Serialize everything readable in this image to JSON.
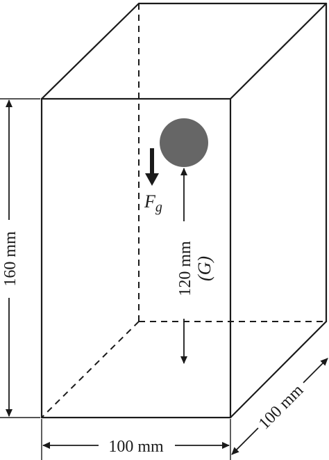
{
  "diagram": {
    "dimensions": {
      "height_label": "160 mm",
      "width_label": "100 mm",
      "depth_label": "100 mm",
      "drop_height_label": "120 mm",
      "drop_height_note": "(G)"
    },
    "force": {
      "symbol": "F",
      "subscript": "g"
    },
    "colors": {
      "line": "#1a1a1a",
      "ball": "#666666"
    }
  }
}
